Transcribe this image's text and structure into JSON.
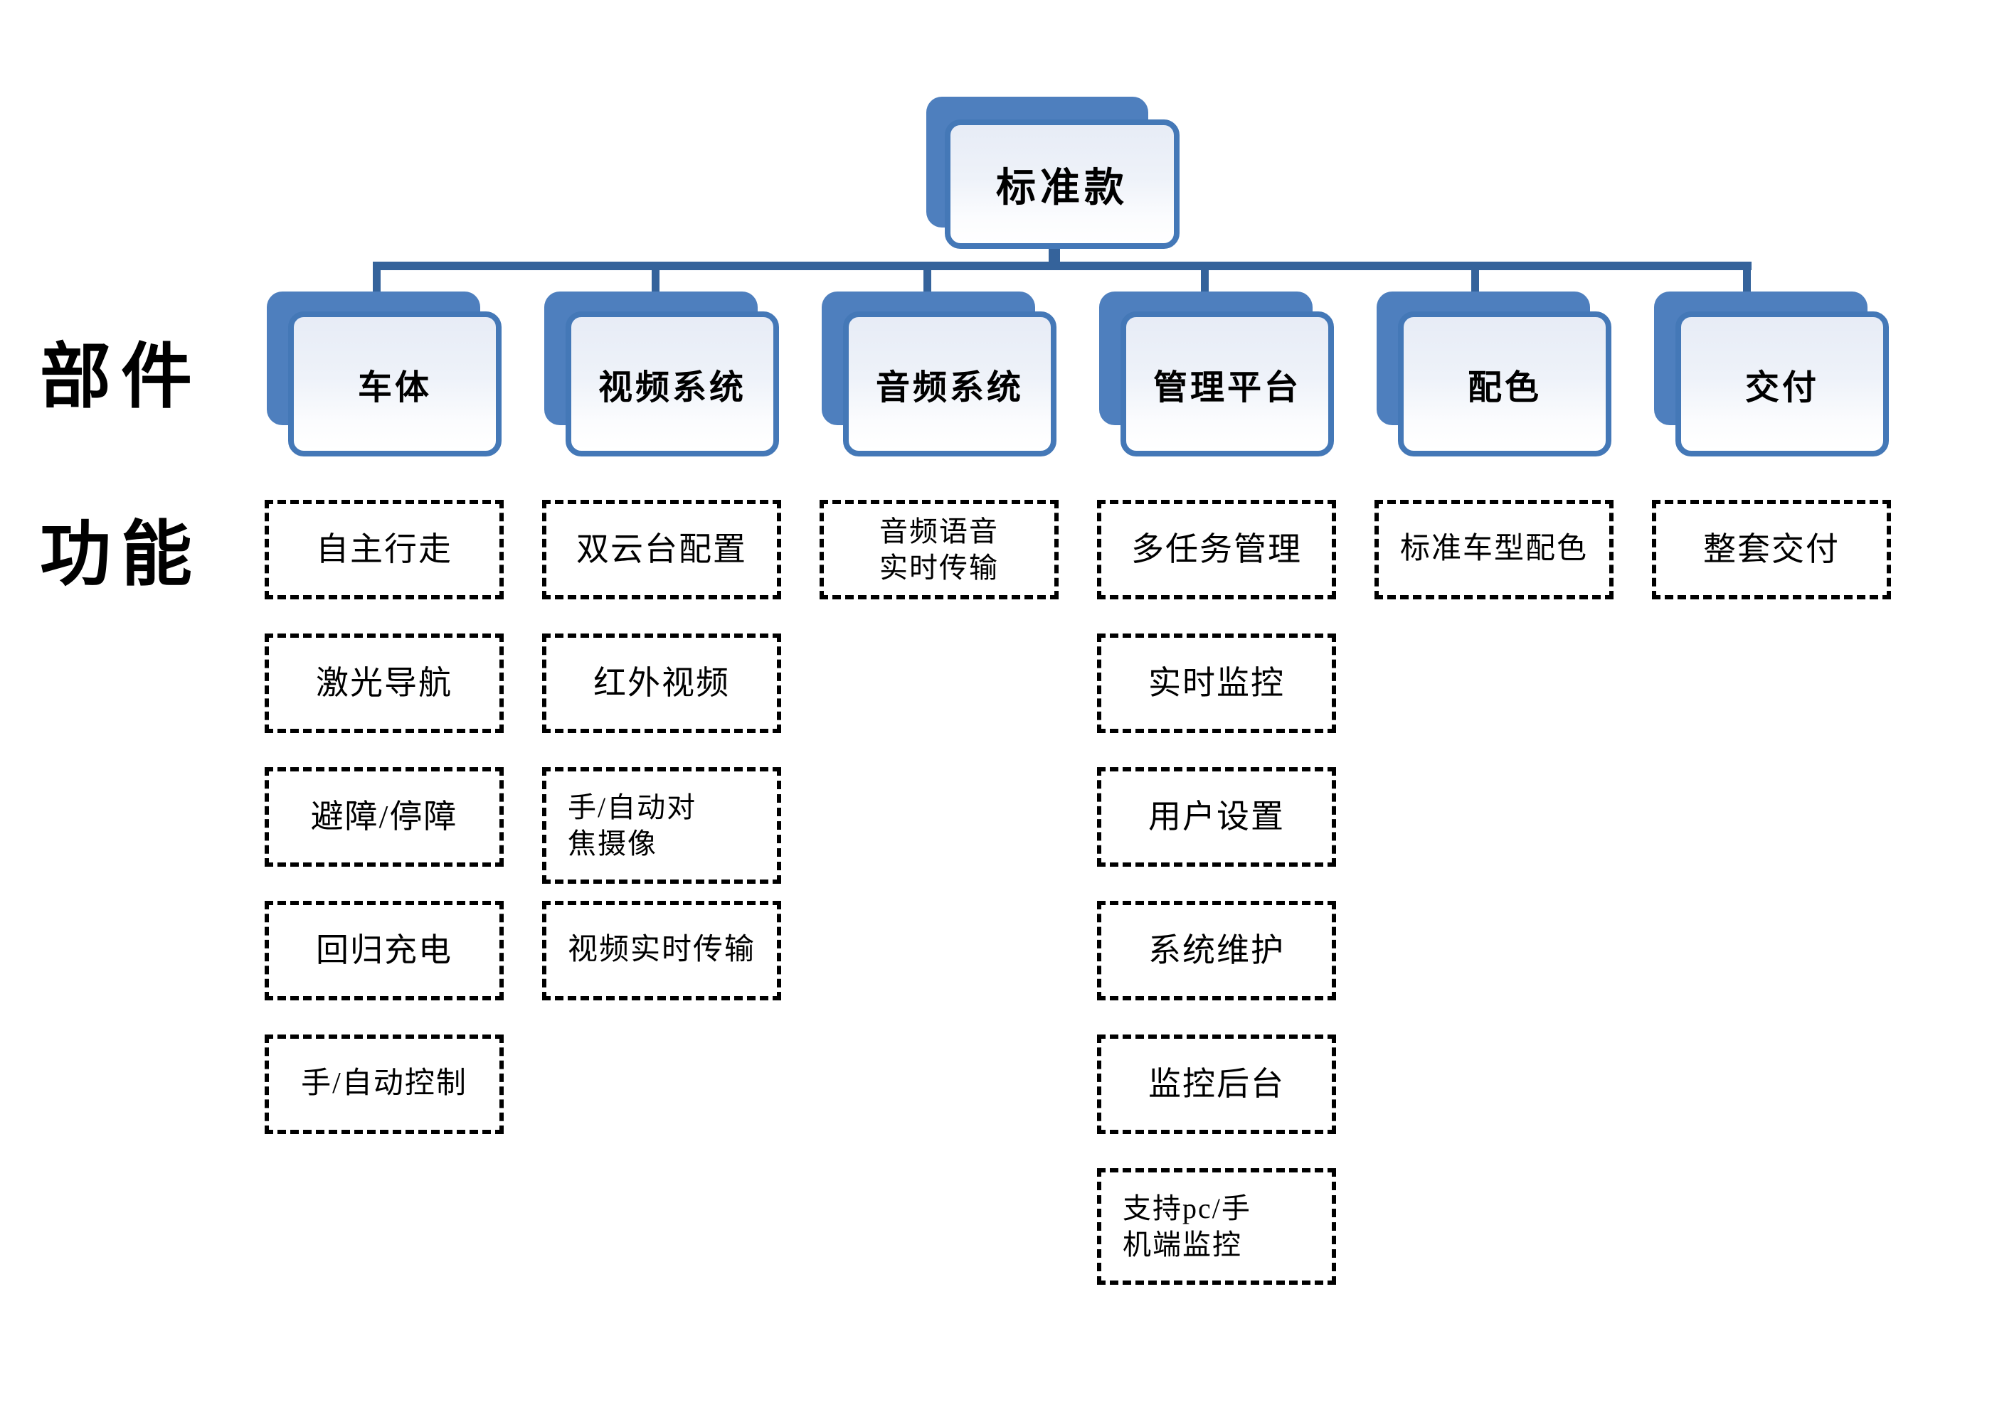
{
  "diagram": {
    "title": "标准款",
    "row_labels": {
      "components": "部件",
      "functions": "功能"
    },
    "columns": [
      {
        "component": "车体",
        "functions": [
          {
            "lines": [
              "自主行走"
            ]
          },
          {
            "lines": [
              "激光导航"
            ]
          },
          {
            "lines": [
              "避障/停障"
            ]
          },
          {
            "lines": [
              "回归充电"
            ]
          },
          {
            "lines": [
              "手/自动控制"
            ]
          }
        ]
      },
      {
        "component": "视频系统",
        "functions": [
          {
            "lines": [
              "双云台配置"
            ]
          },
          {
            "lines": [
              "红外视频"
            ]
          },
          {
            "lines": [
              "手/自动对",
              "焦摄像"
            ]
          },
          {
            "lines": [
              "视频实时传输"
            ]
          }
        ]
      },
      {
        "component": "音频系统",
        "functions": [
          {
            "lines": [
              "音频语音",
              "实时传输"
            ]
          }
        ]
      },
      {
        "component": "管理平台",
        "functions": [
          {
            "lines": [
              "多任务管理"
            ]
          },
          {
            "lines": [
              "实时监控"
            ]
          },
          {
            "lines": [
              "用户设置"
            ]
          },
          {
            "lines": [
              "系统维护"
            ]
          },
          {
            "lines": [
              "监控后台"
            ]
          },
          {
            "lines": [
              "支持pc/手",
              "机端监控"
            ]
          }
        ]
      },
      {
        "component": "配色",
        "functions": [
          {
            "lines": [
              "标准车型配色"
            ]
          }
        ]
      },
      {
        "component": "交付",
        "functions": [
          {
            "lines": [
              "整套交付"
            ]
          }
        ]
      }
    ],
    "colors": {
      "node_fill": "#4e7fbe",
      "node_border": "#4478b7",
      "connector": "#35639b",
      "dashed_border": "#000000",
      "text": "#000000"
    }
  }
}
